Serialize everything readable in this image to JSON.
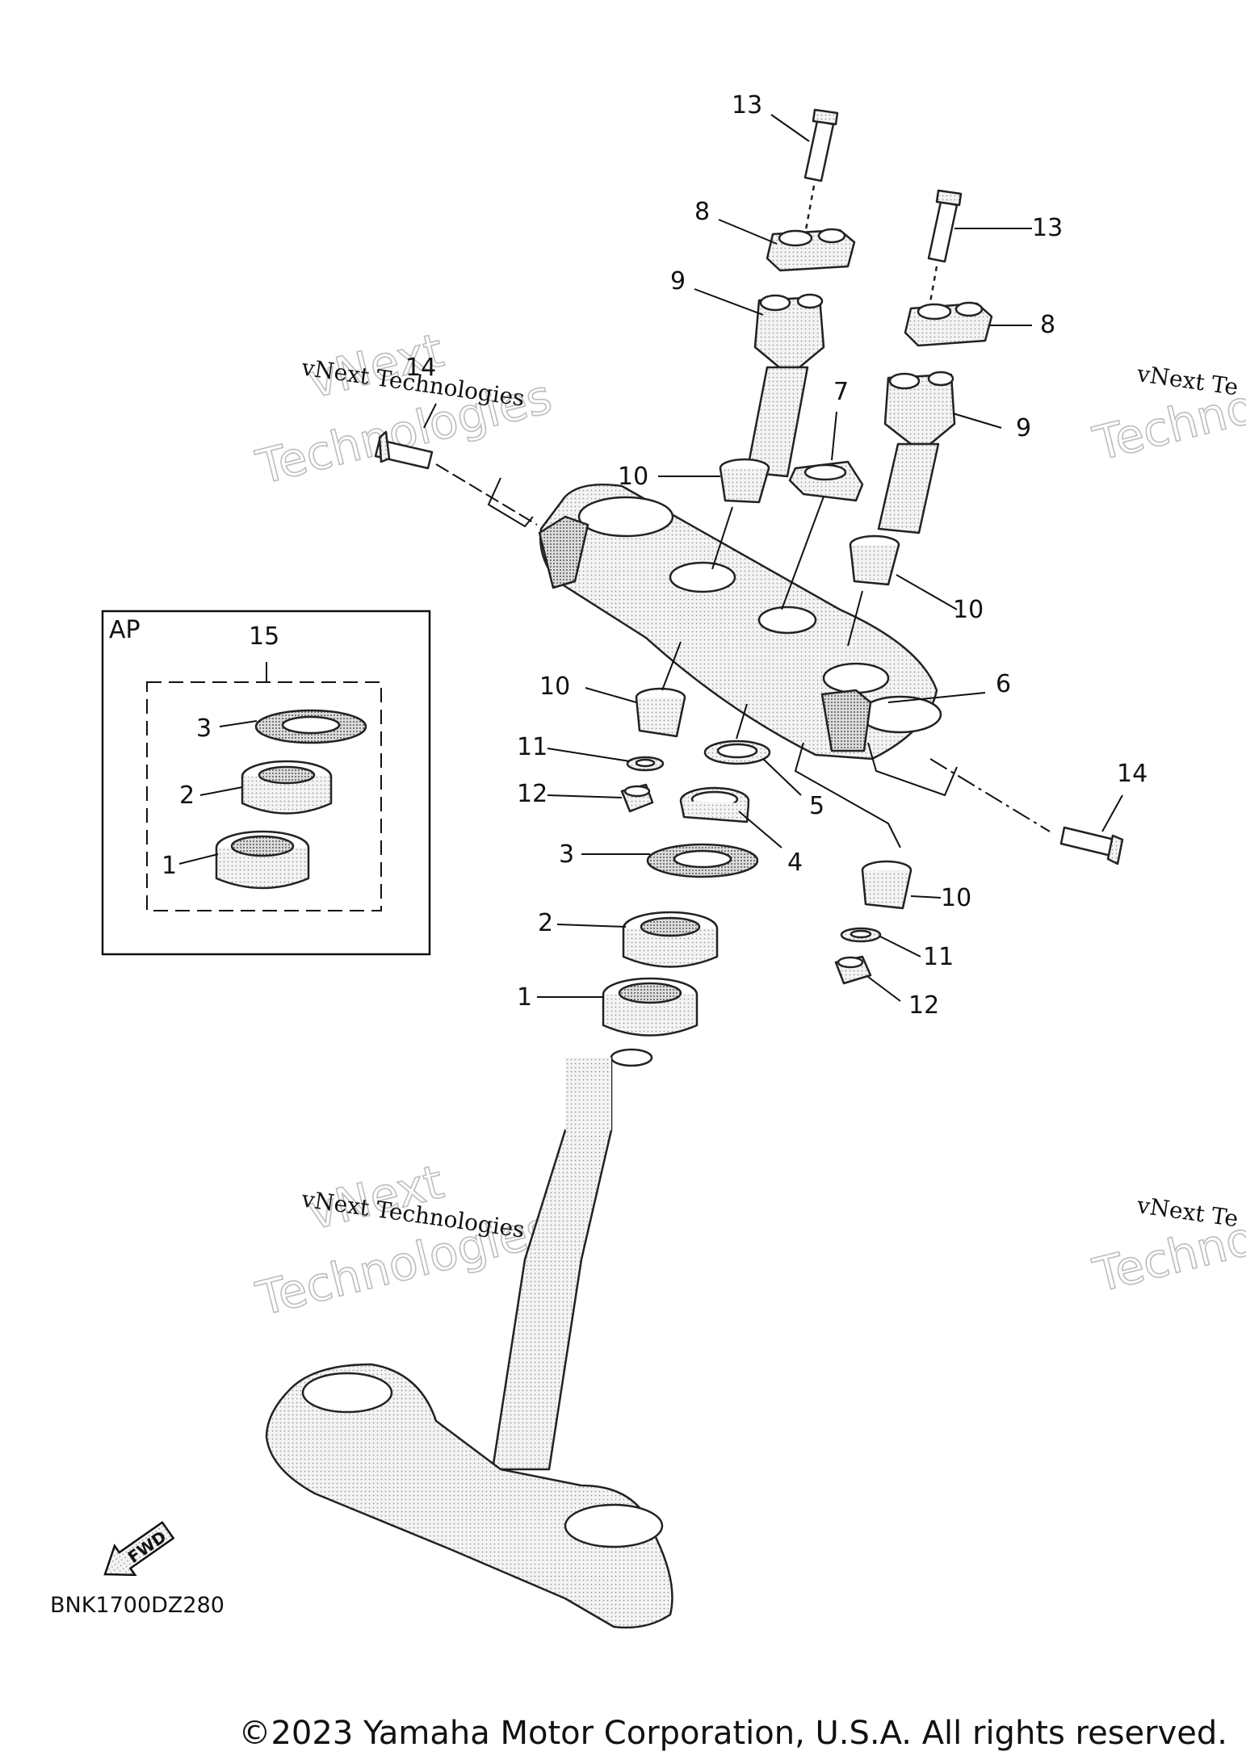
{
  "diagram_code": "BNK1700DZ280",
  "copyright": "©2023 Yamaha Motor Corporation, U.S.A. All rights reserved.",
  "watermark": {
    "line1": "vNext Technologies",
    "line2a": "vNext",
    "line2b": "Technologies",
    "partial_line1": "vNext Te",
    "partial_line2": "Techno"
  },
  "fwd_label": "FWD",
  "inset": {
    "title": "AP",
    "kit_number": "15",
    "parts": [
      "3",
      "2",
      "1"
    ]
  },
  "callouts": {
    "c13a": "13",
    "c13b": "13",
    "c8a": "8",
    "c8b": "8",
    "c9a": "9",
    "c9b": "9",
    "c14a": "14",
    "c14b": "14",
    "c7": "7",
    "c10a": "10",
    "c10b": "10",
    "c10c": "10",
    "c10d": "10",
    "c6": "6",
    "c5": "5",
    "c4": "4",
    "c11a": "11",
    "c11b": "11",
    "c12a": "12",
    "c12b": "12",
    "c3": "3",
    "c2": "2",
    "c1": "1"
  }
}
